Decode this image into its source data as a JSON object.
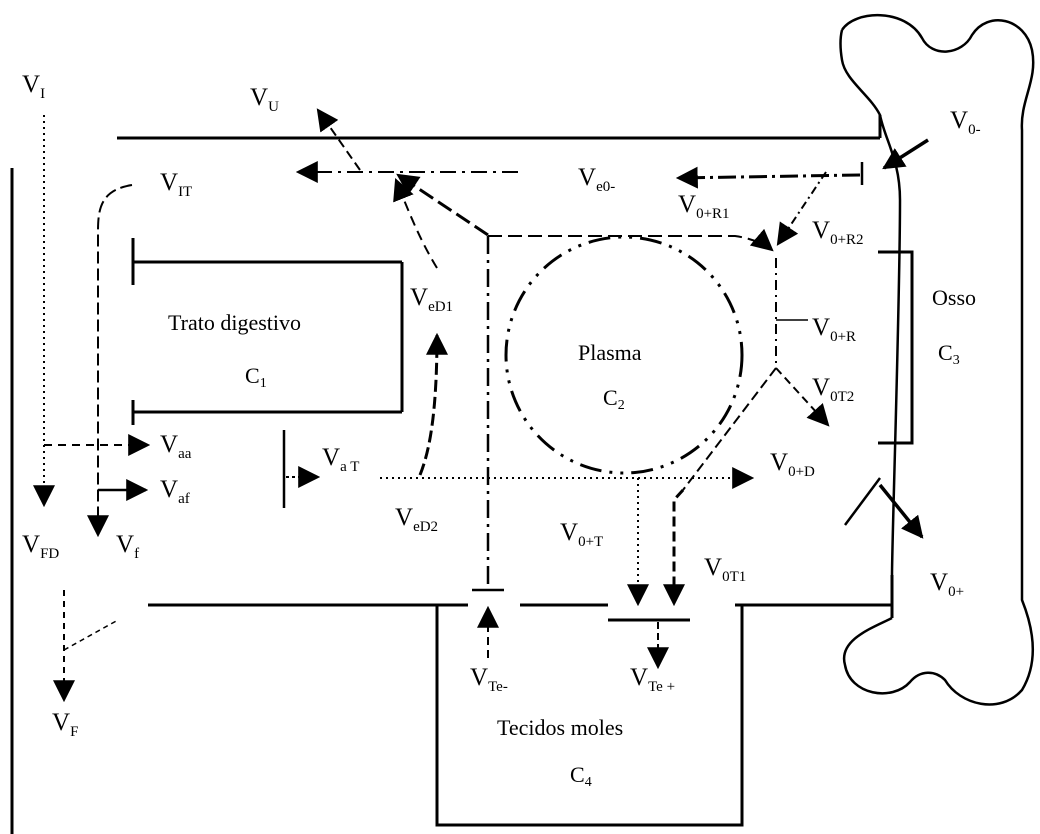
{
  "compartments": {
    "digestive": {
      "title": "Trato digestivo",
      "code": "C",
      "code_sub": "1"
    },
    "plasma": {
      "title": "Plasma",
      "code": "C",
      "code_sub": "2"
    },
    "bone": {
      "title": "Osso",
      "code": "C",
      "code_sub": "3"
    },
    "soft": {
      "title": "Tecidos moles",
      "code": "C",
      "code_sub": "4"
    }
  },
  "labels": {
    "VI": {
      "main": "V",
      "sub": "I"
    },
    "VU": {
      "main": "V",
      "sub": "U"
    },
    "VIT": {
      "main": "V",
      "sub": "IT"
    },
    "Ve0minus": {
      "main": "V",
      "sub": "e0-"
    },
    "V0minus": {
      "main": "V",
      "sub": "0-"
    },
    "V0R1": {
      "main": "V",
      "sub": "0+R1"
    },
    "V0R2": {
      "main": "V",
      "sub": "0+R2"
    },
    "VeD1": {
      "main": "V",
      "sub": "eD1"
    },
    "V0R": {
      "main": "V",
      "sub": "0+R"
    },
    "V0T2": {
      "main": "V",
      "sub": "0T2"
    },
    "Vaa": {
      "main": "V",
      "sub": "aa"
    },
    "VaT": {
      "main": "V",
      "sub": "a T"
    },
    "Vaf": {
      "main": "V",
      "sub": "af"
    },
    "V0D": {
      "main": "V",
      "sub": "0+D"
    },
    "VFD": {
      "main": "V",
      "sub": "FD"
    },
    "Vf": {
      "main": "V",
      "sub": "f"
    },
    "VeD2": {
      "main": "V",
      "sub": "eD2"
    },
    "V0T": {
      "main": "V",
      "sub": "0+T"
    },
    "V0T1": {
      "main": "V",
      "sub": "0T1"
    },
    "V0plus": {
      "main": "V",
      "sub": "0+"
    },
    "VTeminus": {
      "main": "V",
      "sub": "Te-"
    },
    "VTeplus": {
      "main": "V",
      "sub": "Te +"
    },
    "VF": {
      "main": "V",
      "sub": "F"
    }
  }
}
